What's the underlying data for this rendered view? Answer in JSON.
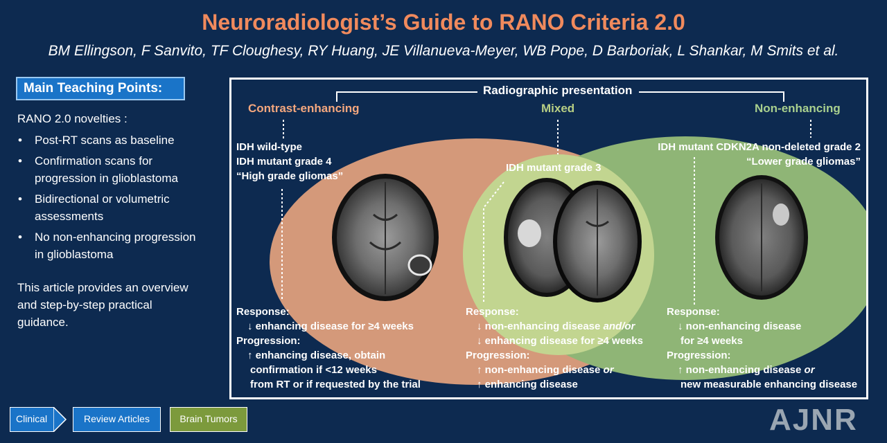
{
  "header": {
    "title": "Neuroradiologist’s Guide to RANO Criteria 2.0",
    "authors": "BM Ellingson, F Sanvito, TF Cloughesy, RY Huang, JE Villanueva-Meyer, WB Pope, D Barboriak, L Shankar, M Smits et al."
  },
  "sidebar": {
    "teaching_label": "Main Teaching Points:",
    "novelties_heading": "RANO 2.0 novelties :",
    "bullets": [
      {
        "line1": "Post-RT scans as baseline",
        "line2": ""
      },
      {
        "line1": "Confirmation scans for",
        "line2": "progression in glioblastoma"
      },
      {
        "line1": "Bidirectional or volumetric",
        "line2": "assessments"
      },
      {
        "line1": "No non-enhancing progression",
        "line2": "in glioblastoma"
      }
    ],
    "overview": {
      "line1": "This article provides an overview",
      "line2": "and step-by-step practical",
      "line3": "guidance."
    }
  },
  "panel": {
    "heading": "Radiographic presentation",
    "categories": {
      "contrast": "Contrast-enhancing",
      "mixed": "Mixed",
      "non_enhancing": "Non-enhancing"
    },
    "left": {
      "tumor": [
        "IDH wild-type",
        "IDH mutant grade 4",
        "“High grade gliomas”"
      ],
      "response_label": "Response:",
      "response": [
        "↓ enhancing disease for ≥4 weeks"
      ],
      "progression_label": "Progression:",
      "progression": [
        "↑ enhancing disease, obtain",
        "confirmation if <12 weeks",
        "from RT or if requested by the trial"
      ]
    },
    "middle": {
      "tumor": [
        "IDH mutant grade 3"
      ],
      "response_label": "Response:",
      "response_line1_pre": "↓ non-enhancing disease ",
      "response_line1_em": "and/or",
      "response_line2": "↓ enhancing disease for ≥4 weeks",
      "progression_label": "Progression:",
      "progression_line1_pre": "↑ non-enhancing disease ",
      "progression_line1_em": "or",
      "progression_line2": "↑ enhancing disease"
    },
    "right": {
      "tumor": [
        "IDH mutant CDKN2A non-deleted grade 2",
        "“Lower grade gliomas”"
      ],
      "response_label": "Response:",
      "response": [
        "↓ non-enhancing disease",
        "for ≥4 weeks"
      ],
      "progression_label": "Progression:",
      "progression_line1_pre": "↑ non-enhancing disease ",
      "progression_line1_em": "or",
      "progression_line2": "new measurable enhancing disease"
    }
  },
  "footer": {
    "clinical": "Clinical",
    "review": "Review Articles",
    "brain": "Brain Tumors",
    "logo": "AJNR"
  },
  "colors": {
    "background": "#0d2a50",
    "title": "#f08a5d",
    "contrast_ellipse": "#d4997a",
    "non_enhancing_ellipse": "#8fb576",
    "mixed_ellipse": "#c2d590",
    "category_contrast": "#f4a77e",
    "category_mixed": "#b8cf84",
    "category_non_enhancing": "#a9d08e",
    "button_blue": "#1a74c8",
    "button_green": "#7c9a3c"
  }
}
